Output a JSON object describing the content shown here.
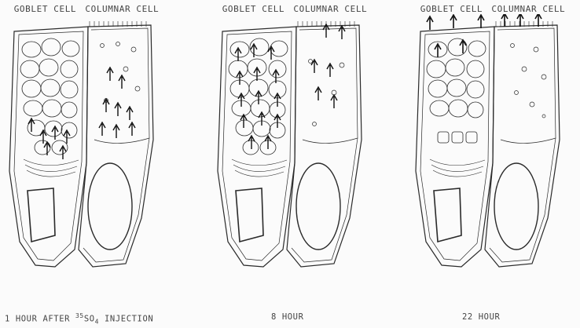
{
  "panels": [
    {
      "goblet_label": "GOBLET CELL",
      "columnar_label": "COLUMNAR CELL",
      "caption": {
        "prefix": "1 HOUR AFTER ",
        "isotope_mass": "35",
        "isotope_symbol": "SO",
        "isotope_sub": "4",
        "suffix": " INJECTION"
      }
    },
    {
      "goblet_label": "GOBLET CELL",
      "columnar_label": "COLUMNAR CELL",
      "caption": {
        "text": "8 HOUR"
      }
    },
    {
      "goblet_label": "GOBLET CELL",
      "columnar_label": "COLUMNAR CELL",
      "caption": {
        "text": "22 HOUR"
      }
    }
  ],
  "colors": {
    "ink": "#2a2a2a",
    "paper": "#fbfbfb"
  }
}
